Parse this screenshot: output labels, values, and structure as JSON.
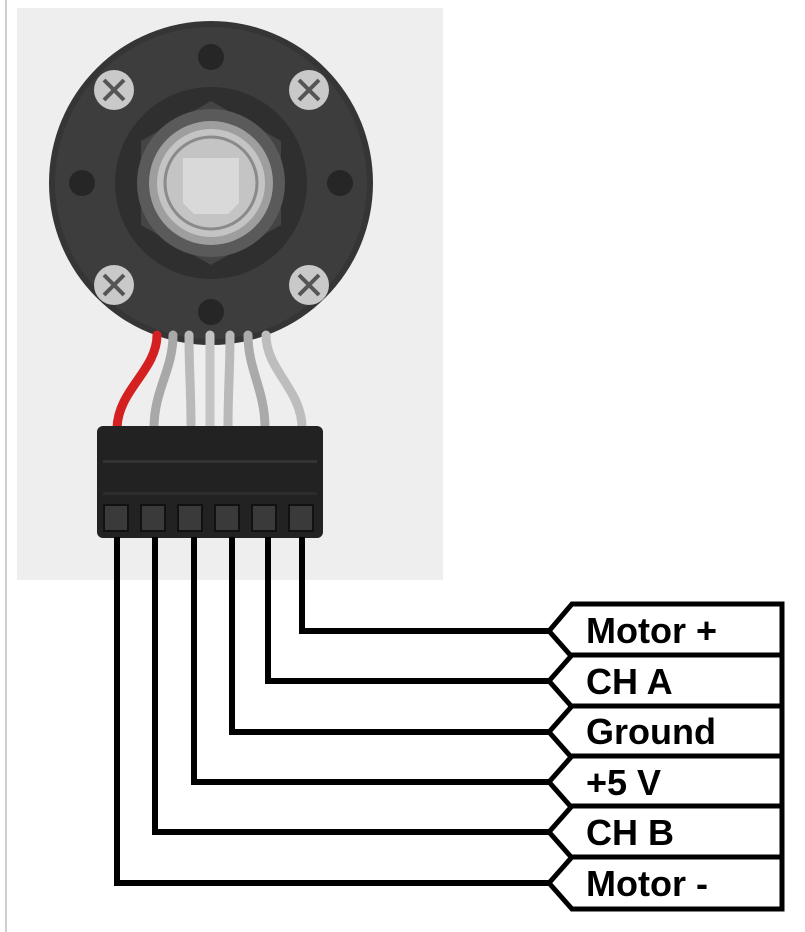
{
  "pins": [
    {
      "label": "Motor +"
    },
    {
      "label": "CH A"
    },
    {
      "label": "Ground"
    },
    {
      "label": "+5 V"
    },
    {
      "label": "CH B"
    },
    {
      "label": "Motor -"
    }
  ],
  "colors": {
    "background_panel": "#eeeeee",
    "motor_body": "#3a3a3a",
    "motor_ring": "#4a4a4a",
    "shaft": "#c8c8c8",
    "red_wire": "#d42020",
    "gray_wire": "#b9b9b9",
    "connector": "#222222",
    "wire_line": "#000000"
  }
}
